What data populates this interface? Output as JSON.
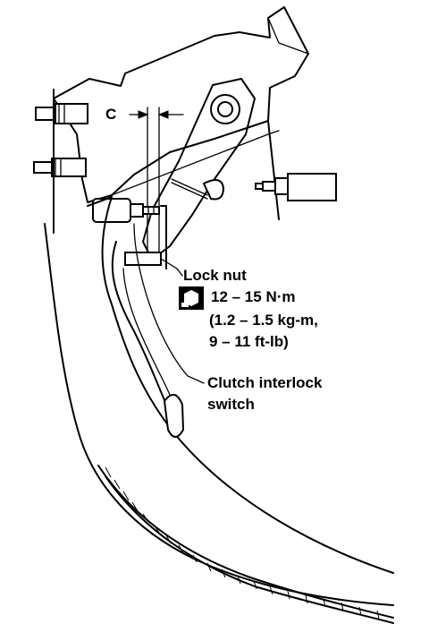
{
  "labels": {
    "dimension": "C",
    "lock_nut": "Lock nut",
    "torque": "12 – 15 N·m",
    "torque_kgm": "(1.2 – 1.5 kg-m,",
    "torque_ftlb": "9 – 11 ft-lb)",
    "switch_line1": "Clutch interlock",
    "switch_line2": "switch"
  },
  "icons": {
    "torque_symbol": "torque-wrench-nut-icon"
  }
}
